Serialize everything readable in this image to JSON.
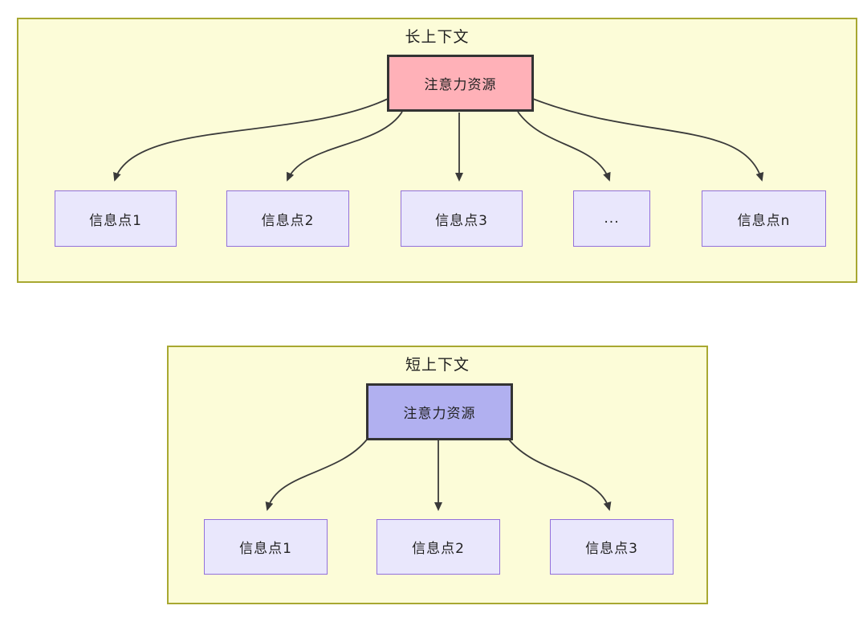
{
  "diagram": {
    "top_panel": {
      "title": "长上下文",
      "root_label": "注意力资源",
      "children": [
        "信息点1",
        "信息点2",
        "信息点3",
        "...",
        "信息点n"
      ]
    },
    "bottom_panel": {
      "title": "短上下文",
      "root_label": "注意力资源",
      "children": [
        "信息点1",
        "信息点2",
        "信息点3"
      ]
    }
  },
  "colors": {
    "container_fill": "#fcfcd8",
    "container_border": "#a8a831",
    "long_root_fill": "#ffb1b8",
    "short_root_fill": "#b1b0f0",
    "root_border": "#333333",
    "node_fill": "#e9e7fc",
    "node_border": "#9370db",
    "arrow": "#3a3a3a"
  }
}
